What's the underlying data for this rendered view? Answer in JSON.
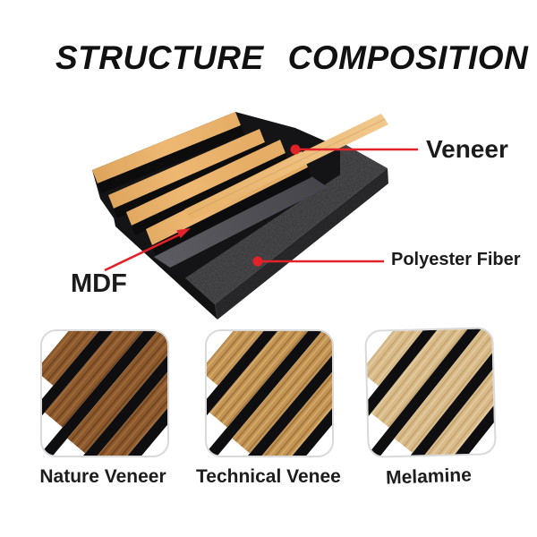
{
  "title": {
    "word1": "STRUCTURE",
    "word2": "COMPOSITION"
  },
  "diagram": {
    "callouts": {
      "veneer": {
        "label": "Veneer"
      },
      "mdf": {
        "label": "MDF"
      },
      "polyester": {
        "label": "Polyester Fiber"
      }
    }
  },
  "samples": [
    {
      "id": "nature-veneer",
      "label": "Nature Veneer",
      "wood_base": "#8d5a2e",
      "wood_dark": "#6b3f1c",
      "wood_light": "#a8713d"
    },
    {
      "id": "technical-veneer",
      "label": "Technical Venee",
      "wood_base": "#c39455",
      "wood_dark": "#9c7136",
      "wood_light": "#dcb670"
    },
    {
      "id": "melamine",
      "label": "Melamine",
      "wood_base": "#d9bb8a",
      "wood_dark": "#c2a06b",
      "wood_light": "#e8d3a9"
    }
  ],
  "colors": {
    "accent_red": "#e32129",
    "slat_wood": "#eab46f",
    "panel_black": "#141416",
    "mdf_gray": "#57555c",
    "felt": "#27272a",
    "stripe_black": "#0e0e10",
    "text": "#1c1c1c"
  }
}
